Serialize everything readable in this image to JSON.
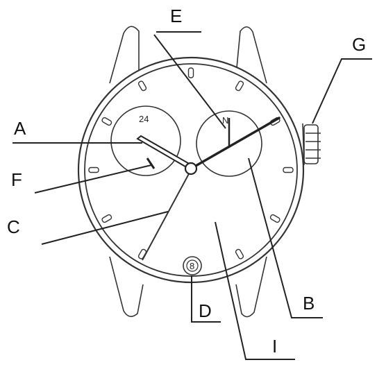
{
  "labels": {
    "a": "A",
    "b": "B",
    "c": "C",
    "d": "D",
    "e": "E",
    "f": "F",
    "g": "G",
    "i": "I"
  },
  "dial": {
    "subdial_left_text": "24",
    "subdial_right_text": "N",
    "date_digit": "8"
  },
  "colors": {
    "ink": "#222222",
    "background": "#ffffff"
  }
}
